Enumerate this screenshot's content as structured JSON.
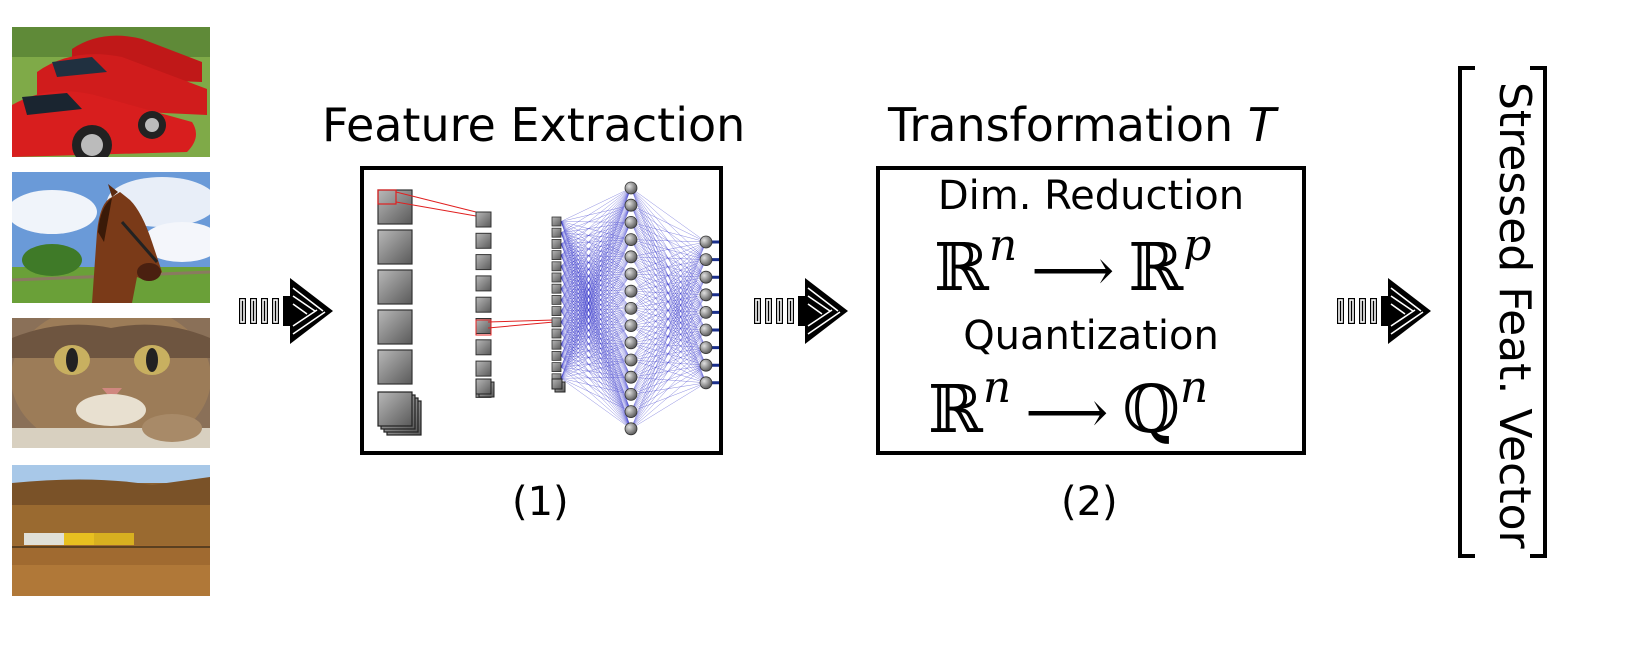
{
  "images": [
    {
      "name": "cars-image"
    },
    {
      "name": "horse-image"
    },
    {
      "name": "cat-image"
    },
    {
      "name": "train-image"
    }
  ],
  "stage1": {
    "title": "Feature Extraction",
    "number": "(1)"
  },
  "stage2": {
    "title_text": "Transformation ",
    "title_symbol": "T",
    "number": "(2)",
    "dim_label": "Dim. Reduction",
    "dim_from": "ℝ",
    "dim_from_exp": "n",
    "dim_arrow": "⟶",
    "dim_to": "ℝ",
    "dim_to_exp": "p",
    "quant_label": "Quantization",
    "quant_from": "ℝ",
    "quant_from_exp": "n",
    "quant_arrow": "⟶",
    "quant_to": "ℚ",
    "quant_to_exp": "n"
  },
  "output": {
    "label": "Stressed Feat. Vector"
  },
  "colors": {
    "network_lines": "#3030c8",
    "output_lines": "#1a2f8c",
    "highlight": "#e02020"
  }
}
